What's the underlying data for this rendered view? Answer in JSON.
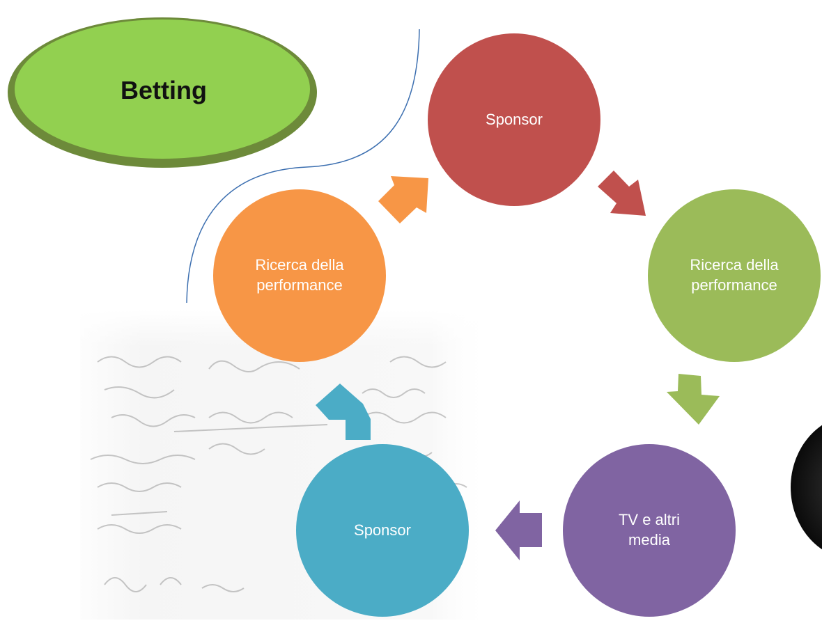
{
  "badge": {
    "label": "Betting",
    "color": "#92d050"
  },
  "cycle": {
    "nodes": [
      {
        "label": "Sponsor",
        "color": "#c0504d"
      },
      {
        "label": "Ricerca della performance",
        "color": "#9bbb59"
      },
      {
        "label": "TV e altri media",
        "color": "#8064a2"
      },
      {
        "label": "Sponsor",
        "color": "#4bacc6"
      },
      {
        "label": "Ricerca della performance",
        "color": "#f79646"
      }
    ]
  },
  "background_image": {
    "description_icon": "handwritten-formulas-image"
  }
}
